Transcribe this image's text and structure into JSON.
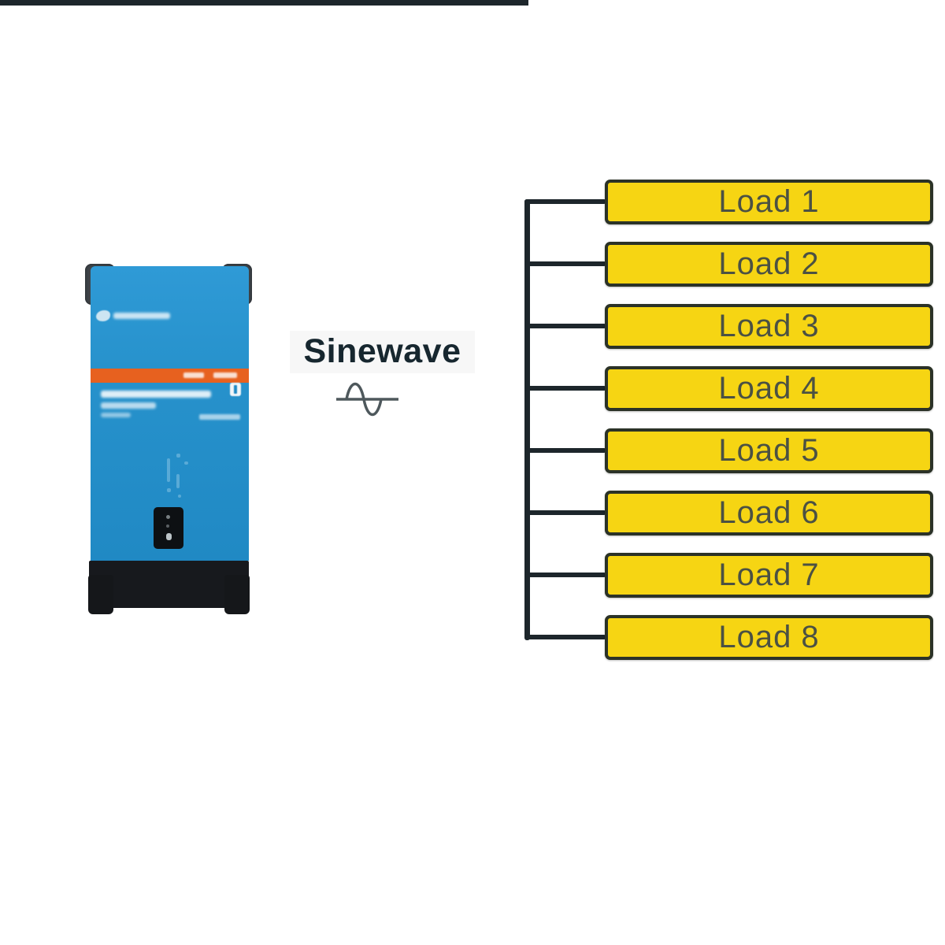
{
  "diagram": {
    "sinewave_label": "Sinewave",
    "loads": [
      "Load 1",
      "Load 2",
      "Load 3",
      "Load 4",
      "Load 5",
      "Load 6",
      "Load 7",
      "Load 8"
    ],
    "inverter": {
      "device": "victron-blue-inverter",
      "body_color": "#2792cc",
      "stripe_color": "#e7611f",
      "base_color": "#17191d"
    },
    "colors": {
      "load_fill": "#f6d513",
      "load_border": "#2b3227",
      "load_text": "#4b5143",
      "wire": "#1d262b",
      "label_text": "#17272f"
    },
    "icons": {
      "sine_symbol": "sine-wave-icon",
      "logo": "victron-logo-icon",
      "bluetooth": "bluetooth-icon"
    }
  }
}
